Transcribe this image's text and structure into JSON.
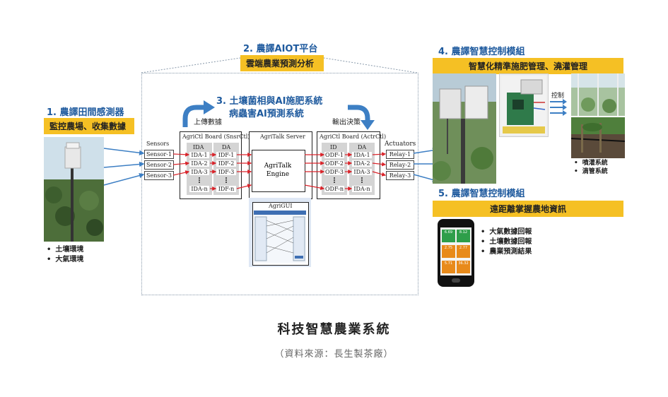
{
  "section1": {
    "title": "1. 農譯田間感測器",
    "subtitle": "監控農場、收集數據",
    "bullets": [
      "土壤環境",
      "大氣環境"
    ]
  },
  "section2": {
    "title": "2. 農譯AIOT平台",
    "subtitle": "雲端農業預測分析"
  },
  "section3": {
    "title_line1": "3. 土壤菌相與AI施肥系統",
    "title_line2": "病蟲害AI預測系統",
    "upload_label": "上傳數據",
    "output_label": "輸出決策"
  },
  "section4": {
    "title": "4. 農譯智慧控制模組",
    "subtitle": "智慧化精準施肥管理、澆灌管理",
    "control_label": "控制",
    "bullets": [
      "噴灌系統",
      "滴管系統"
    ]
  },
  "section5": {
    "title": "5. 農譯智慧控制模組",
    "subtitle": "遠距離掌握農地資訊",
    "bullets": [
      "大氣數據回報",
      "土壤數據回報",
      "農業預測結果"
    ]
  },
  "diagram": {
    "sensors_label": "Sensors",
    "sensors": [
      "Sensor-1",
      "Sensor-2",
      "Sensor-3"
    ],
    "sensor_board_title": "AgriCtl Board (SnsrCtl)",
    "sensor_board_cols": [
      "IDA",
      "DA"
    ],
    "sensor_board_rows": [
      [
        "IDA-1",
        "IDF-1"
      ],
      [
        "IDA-2",
        "IDF-2"
      ],
      [
        "IDA-3",
        "IDF-3"
      ],
      [
        "IDA-n",
        "IDF-n"
      ]
    ],
    "server_title": "AgriTalk Server",
    "engine_label": "AgriTalk Engine",
    "gui_label": "AgriGUI",
    "actuator_board_title": "AgriCtl Board (ActrCtl)",
    "actuator_board_cols": [
      "ID",
      "DA"
    ],
    "actuator_board_rows": [
      [
        "ODF-1",
        "IDA-1"
      ],
      [
        "ODF-2",
        "IDA-2"
      ],
      [
        "ODF-3",
        "IDA-3"
      ],
      [
        "ODF-n",
        "IDA-n"
      ]
    ],
    "actuators_label": "Actuators",
    "relays": [
      "Relay-1",
      "Relay-2",
      "Relay-3"
    ]
  },
  "phone_tiles": [
    "6.69",
    "8.12",
    "2.75",
    "2.77",
    "5.71",
    "36.32"
  ],
  "caption": "科技智慧農業系統",
  "source": "（資料來源：長生製茶廠）",
  "colors": {
    "title_blue": "#1e5a9e",
    "bar_yellow": "#f5c024",
    "arrow_blue": "#3d7fc4",
    "arrow_red": "#d9232a"
  }
}
